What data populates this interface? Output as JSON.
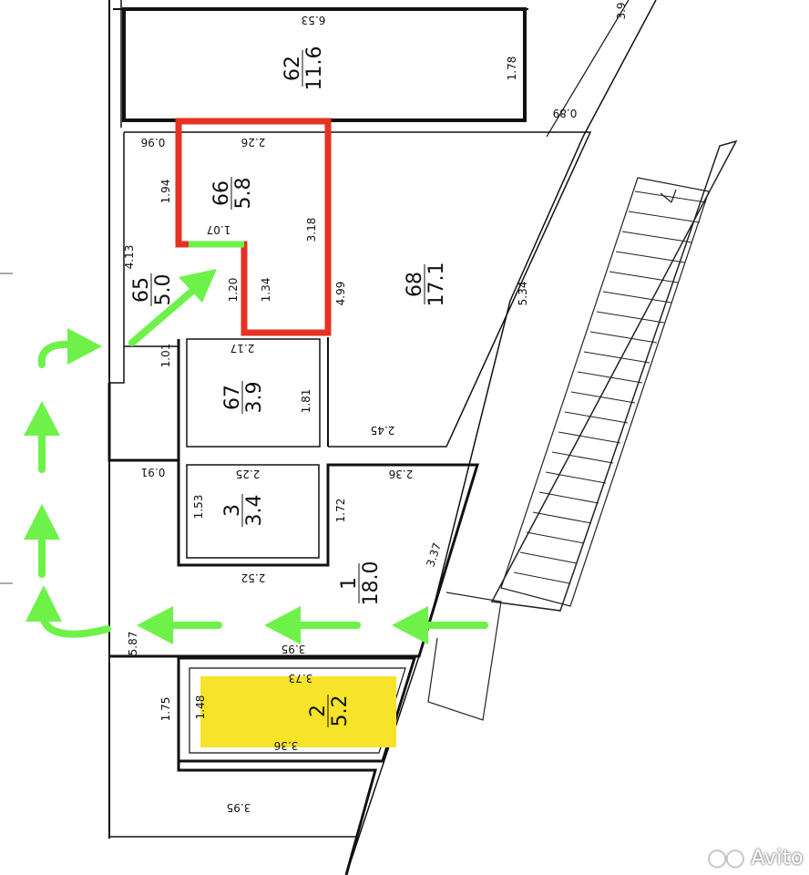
{
  "rooms": [
    {
      "id": "r62",
      "number": "62",
      "area": "11.6"
    },
    {
      "id": "r66",
      "number": "66",
      "area": "5.8"
    },
    {
      "id": "r65",
      "number": "65",
      "area": "5.0"
    },
    {
      "id": "r68",
      "number": "68",
      "area": "17.1"
    },
    {
      "id": "r67",
      "number": "67",
      "area": "3.9"
    },
    {
      "id": "r3",
      "number": "3",
      "area": "3.4"
    },
    {
      "id": "r1",
      "number": "1",
      "area": "18.0"
    },
    {
      "id": "r2",
      "number": "2",
      "area": "5.2"
    }
  ],
  "dimensions": [
    "6.53",
    "1.78",
    "0.89",
    "3.9",
    "0.96",
    "2.26",
    "1.94",
    "3.18",
    "1.07",
    "4.13",
    "1.20",
    "1.34",
    "4.99",
    "5.34",
    "1.01",
    "2.17",
    "1.81",
    "2.45",
    "0.91",
    "2.25",
    "1.53",
    "1.72",
    "2.36",
    "3.37",
    "2.52",
    "5.87",
    "3.95",
    "3.73",
    "1.75",
    "1.48",
    "3.36",
    "3.95"
  ],
  "watermark": "Avito",
  "colors": {
    "highlight_outline": "#e53222",
    "arrows": "#6ef24a",
    "room_fill": "#f7e32a",
    "walls": "#111111"
  }
}
